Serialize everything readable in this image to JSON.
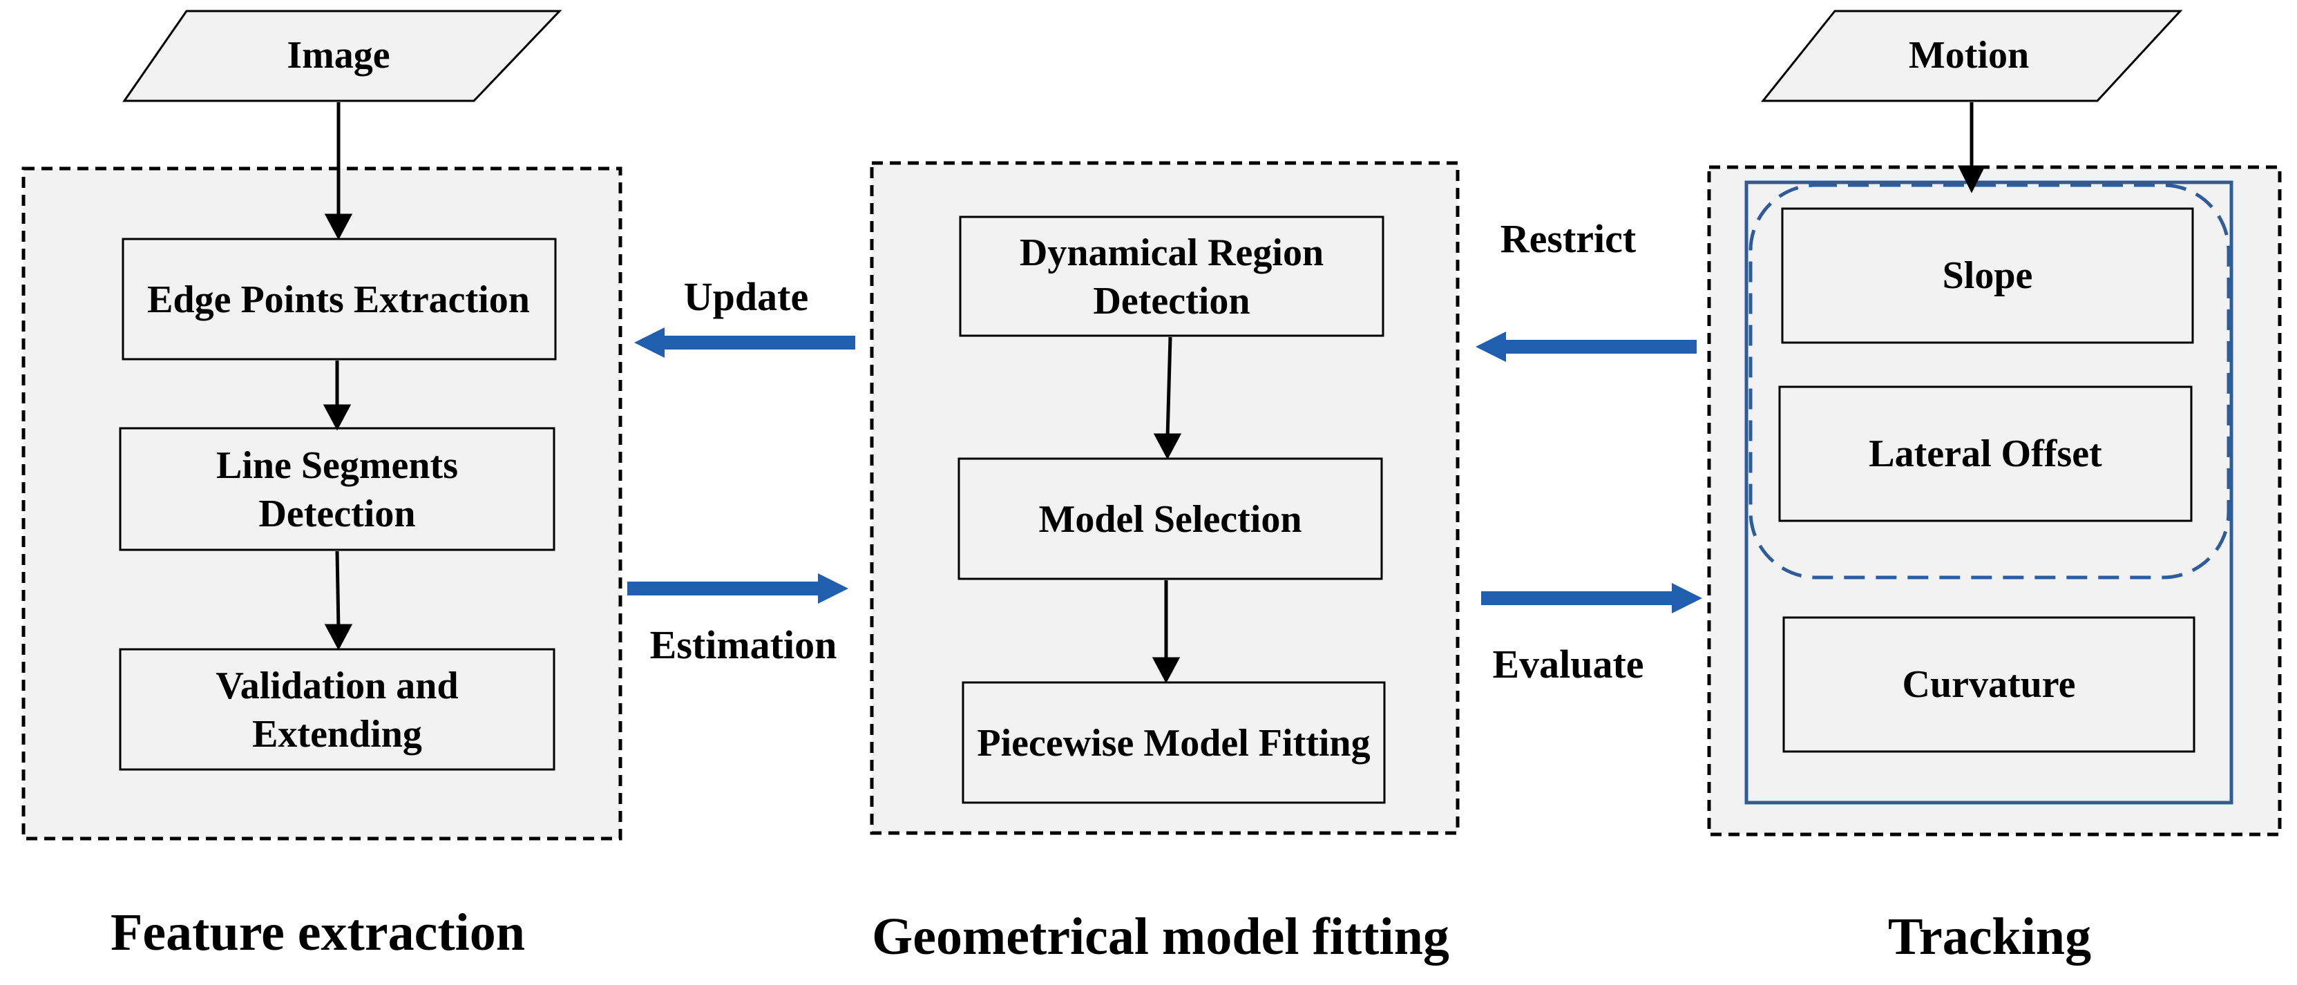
{
  "inputs": {
    "image": "Image",
    "motion": "Motion"
  },
  "feature_extraction": {
    "caption": "Feature extraction",
    "steps": [
      "Edge Points Extraction",
      "Line Segments Detection",
      "Validation and Extending"
    ]
  },
  "geometrical_model_fitting": {
    "caption": "Geometrical model fitting",
    "steps": [
      "Dynamical Region Detection",
      "Model Selection",
      "Piecewise Model Fitting"
    ]
  },
  "tracking": {
    "caption": "Tracking",
    "params": [
      "Slope",
      "Lateral Offset",
      "Curvature"
    ]
  },
  "edges": {
    "update": "Update",
    "estimation": "Estimation",
    "restrict": "Restrict",
    "evaluate": "Evaluate"
  },
  "colors": {
    "panel_fill": "#f2f2f2",
    "box_fill": "#f2f2f2",
    "arrow_blue": "#1f5fae",
    "tracking_outline": "#2e5c9a"
  }
}
